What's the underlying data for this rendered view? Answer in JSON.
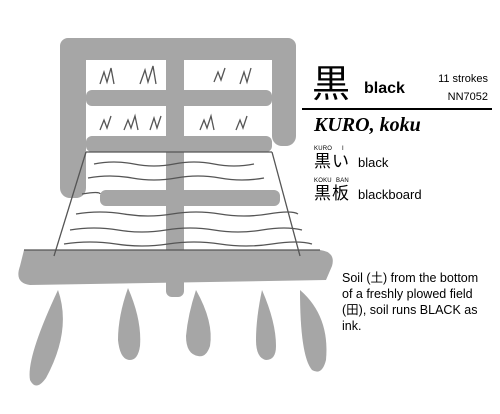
{
  "kanji": {
    "character": "黒",
    "meaning": "black",
    "strokes": "11 strokes",
    "code": "NN7052",
    "reading": "KURO, koku"
  },
  "vocabulary": [
    {
      "word": "黒い",
      "furigana": [
        "KURO",
        "I"
      ],
      "gloss": "black"
    },
    {
      "word": "黒板",
      "furigana": [
        "KOKU",
        "BAN"
      ],
      "gloss": "blackboard"
    }
  ],
  "mnemonic": "Soil (土) from the bottom of a freshly plowed field (田), soil runs BLACK as ink.",
  "colors": {
    "illustration": "#a6a6a6",
    "outline": "#555555",
    "text": "#000000"
  }
}
